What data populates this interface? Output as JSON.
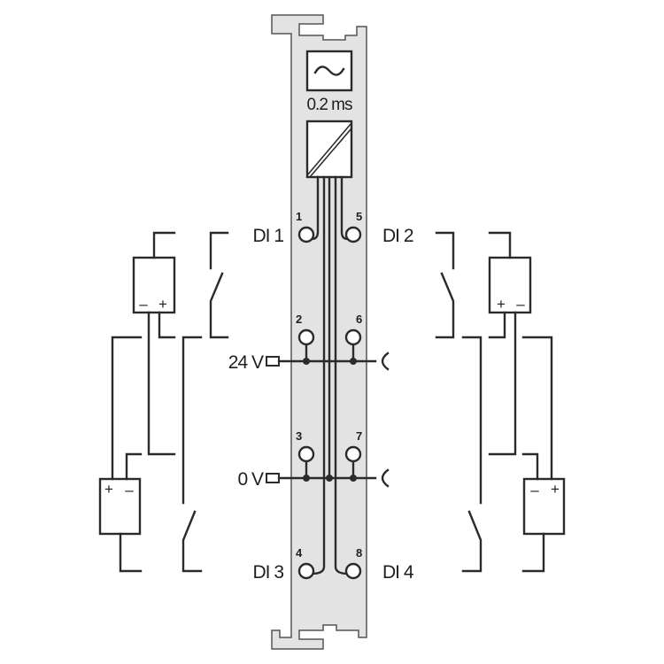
{
  "module": {
    "filter_time": "0.2 ms",
    "panel_color": "#e3e3e3",
    "line_color": "#2b2b2b"
  },
  "signals": {
    "di1": "DI 1",
    "di2": "DI 2",
    "di3": "DI 3",
    "di4": "DI 4",
    "v24": "24 V",
    "v0": "0 V"
  },
  "terminals": [
    "1",
    "2",
    "3",
    "4",
    "5",
    "6",
    "7",
    "8"
  ],
  "sensor_polarity": {
    "plus": "+",
    "minus": "–"
  }
}
